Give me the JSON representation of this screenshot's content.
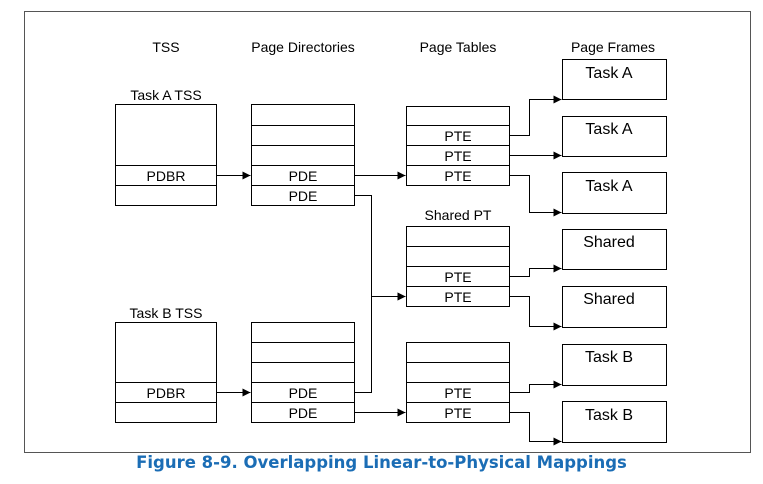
{
  "headers": {
    "tss": "TSS",
    "page_directories": "Page Directories",
    "page_tables": "Page Tables",
    "page_frames": "Page Frames"
  },
  "task_a_tss": {
    "title": "Task A TSS",
    "pdbr": "PDBR"
  },
  "task_b_tss": {
    "title": "Task B TSS",
    "pdbr": "PDBR"
  },
  "page_directory_a": {
    "entries": [
      "PDE",
      "PDE"
    ]
  },
  "page_directory_b": {
    "entries": [
      "PDE",
      "PDE"
    ]
  },
  "page_table_a": {
    "entries": [
      "PTE",
      "PTE",
      "PTE"
    ]
  },
  "shared_page_table": {
    "title": "Shared PT",
    "entries": [
      "PTE",
      "PTE"
    ]
  },
  "page_table_b": {
    "entries": [
      "PTE",
      "PTE"
    ]
  },
  "page_frames": [
    "Task A",
    "Task A",
    "Task A",
    "Shared",
    "Shared",
    "Task B",
    "Task B"
  ],
  "caption": "Figure 8-9.  Overlapping Linear-to-Physical Mappings",
  "colors": {
    "caption": "#1b6db5",
    "lines": "#000000",
    "border": "#555555"
  }
}
